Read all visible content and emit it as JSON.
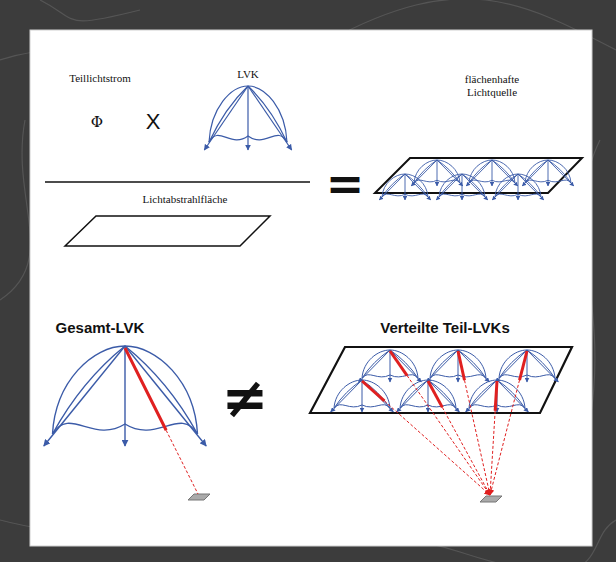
{
  "diagram": {
    "labels": [
      "Teillichtstrom",
      "LVK",
      "Φ",
      "X",
      "Lichtabstrahlfläche",
      "=",
      "flächenhafte Lichtquelle",
      "Gesamt-LVK",
      "≠",
      "Verteilte Teil-LVKs"
    ]
  }
}
